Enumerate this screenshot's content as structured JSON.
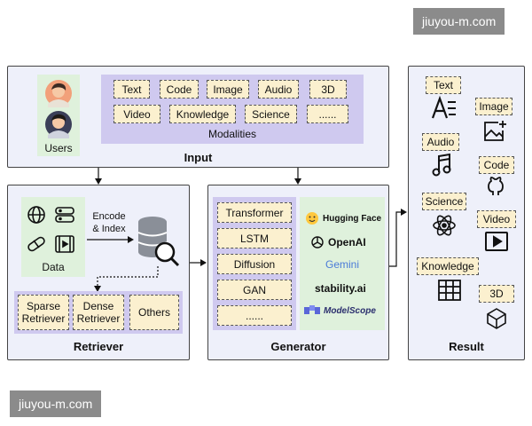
{
  "watermark_top": "jiuyou-m.com",
  "watermark_bottom": "jiuyou-m.com",
  "input": {
    "title": "Input",
    "users_label": "Users",
    "modalities_label": "Modalities",
    "modalities": [
      "Text",
      "Code",
      "Image",
      "Audio",
      "3D",
      "Video",
      "Knowledge",
      "Science",
      "......"
    ]
  },
  "retriever": {
    "title": "Retriever",
    "data_label": "Data",
    "encode_label_line1": "Encode",
    "encode_label_line2": "& Index",
    "types": [
      {
        "line1": "Sparse",
        "line2": "Retriever"
      },
      {
        "line1": "Dense",
        "line2": "Retriever"
      },
      {
        "line1": "Others",
        "line2": ""
      }
    ]
  },
  "generator": {
    "title": "Generator",
    "models": [
      "Transformer",
      "LSTM",
      "Diffusion",
      "GAN",
      "......"
    ],
    "brands": [
      "Hugging Face",
      "OpenAI",
      "Gemini",
      "stability.ai",
      "ModelScope"
    ]
  },
  "result": {
    "title": "Result",
    "items": [
      "Text",
      "Image",
      "Audio",
      "Code",
      "Science",
      "Video",
      "Knowledge",
      "3D"
    ]
  },
  "colors": {
    "panel_bg": "#eef0fa",
    "tag_bg": "#fbf0cf",
    "green_bg": "#dff1dc",
    "purple_bg": "#cfc9ef"
  }
}
